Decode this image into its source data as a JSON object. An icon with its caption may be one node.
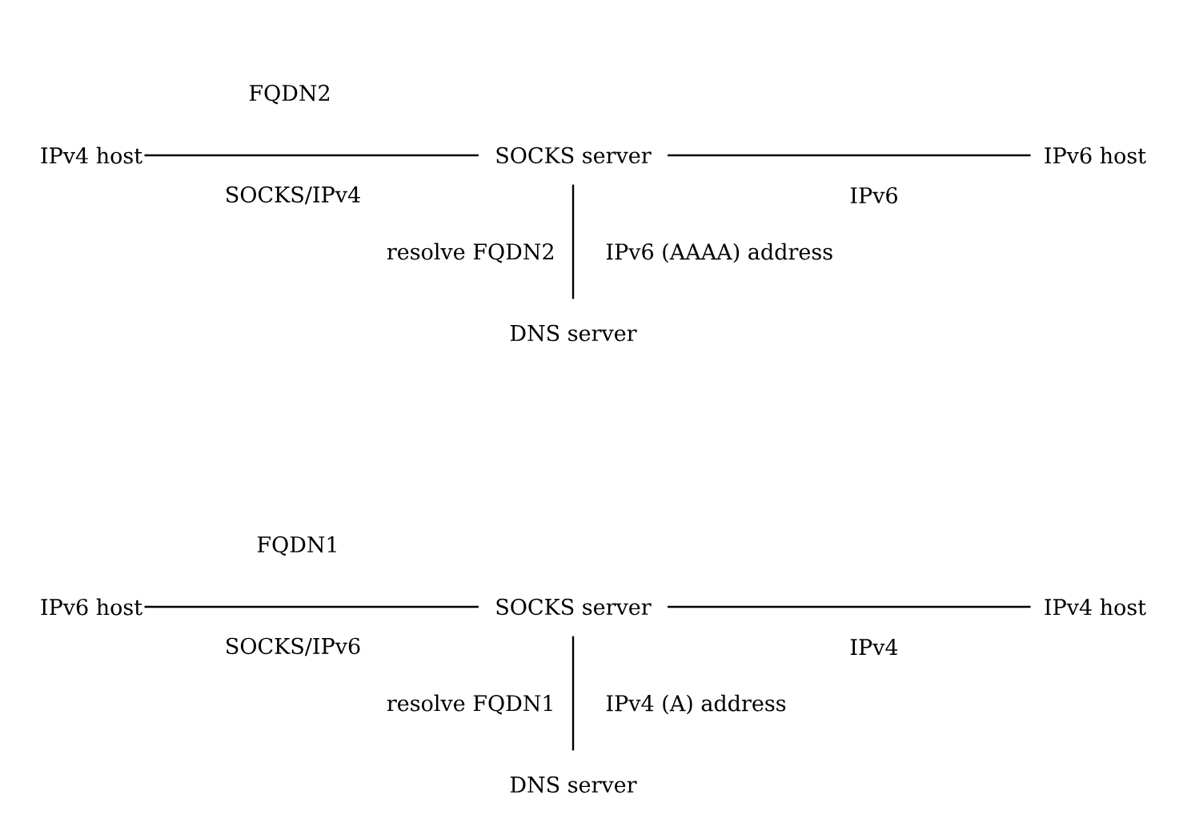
{
  "diagram": {
    "nodes": [
      {
        "text": [
          "IPv4 host"
        ]
      },
      {
        "text": [
          "SOCKS server"
        ]
      },
      {
        "text": [
          "IPv6 host"
        ]
      },
      {
        "text": [
          "DNS server"
        ]
      },
      {
        "text": [
          "IPv6 host"
        ]
      },
      {
        "text": [
          "SOCKS server"
        ]
      },
      {
        "text": [
          "IPv4 host"
        ]
      },
      {
        "text": [
          "DNS server"
        ]
      }
    ],
    "edges": [
      {
        "from": 0,
        "to": 1,
        "arrow": "none",
        "label": "SOCKS/IPv4"
      },
      {
        "from": 1,
        "to": 2,
        "arrow": "none",
        "label": "IPv6"
      },
      {
        "from": 1,
        "to": 3,
        "arrow": "none",
        "label": "resolve FQDN2"
      },
      {
        "from": 4,
        "to": 5,
        "arrow": "none",
        "label": "SOCKS/IPv6"
      },
      {
        "from": 5,
        "to": 6,
        "arrow": "none",
        "label": "IPv4"
      },
      {
        "from": 5,
        "to": 7,
        "arrow": "none",
        "label": "resolve FQDN1"
      }
    ],
    "labels": [
      "FQDN2",
      "IPv6 (AAAA) address",
      "FQDN1",
      "IPv4 (A) address"
    ]
  }
}
